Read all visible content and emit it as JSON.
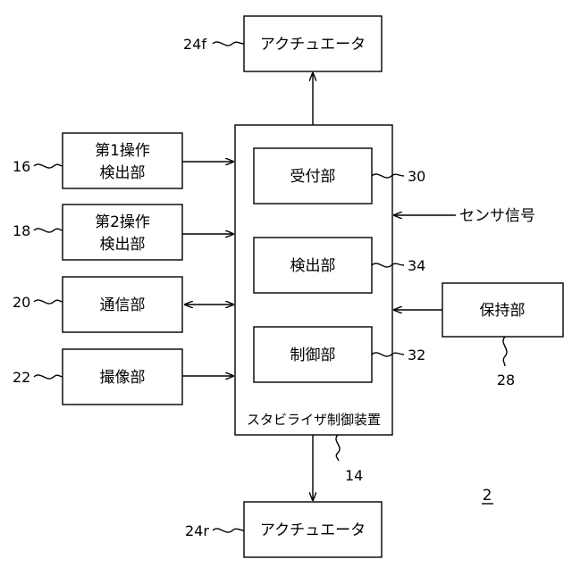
{
  "figure_number": "2",
  "stabilizer": {
    "label": "スタビライザ制御装置",
    "ref": "14",
    "inner": {
      "receiver": {
        "label": "受付部",
        "ref": "30"
      },
      "detector": {
        "label": "検出部",
        "ref": "34"
      },
      "controller": {
        "label": "制御部",
        "ref": "32"
      }
    }
  },
  "left_units": {
    "first_op": {
      "line1": "第1操作",
      "line2": "検出部",
      "ref": "16"
    },
    "second_op": {
      "line1": "第2操作",
      "line2": "検出部",
      "ref": "18"
    },
    "comm": {
      "label": "通信部",
      "ref": "20"
    },
    "camera": {
      "label": "撮像部",
      "ref": "22"
    }
  },
  "actuator_top": {
    "label": "アクチュエータ",
    "ref": "24f"
  },
  "actuator_bottom": {
    "label": "アクチュエータ",
    "ref": "24r"
  },
  "holder": {
    "label": "保持部",
    "ref": "28"
  },
  "sensor_signal": "センサ信号"
}
